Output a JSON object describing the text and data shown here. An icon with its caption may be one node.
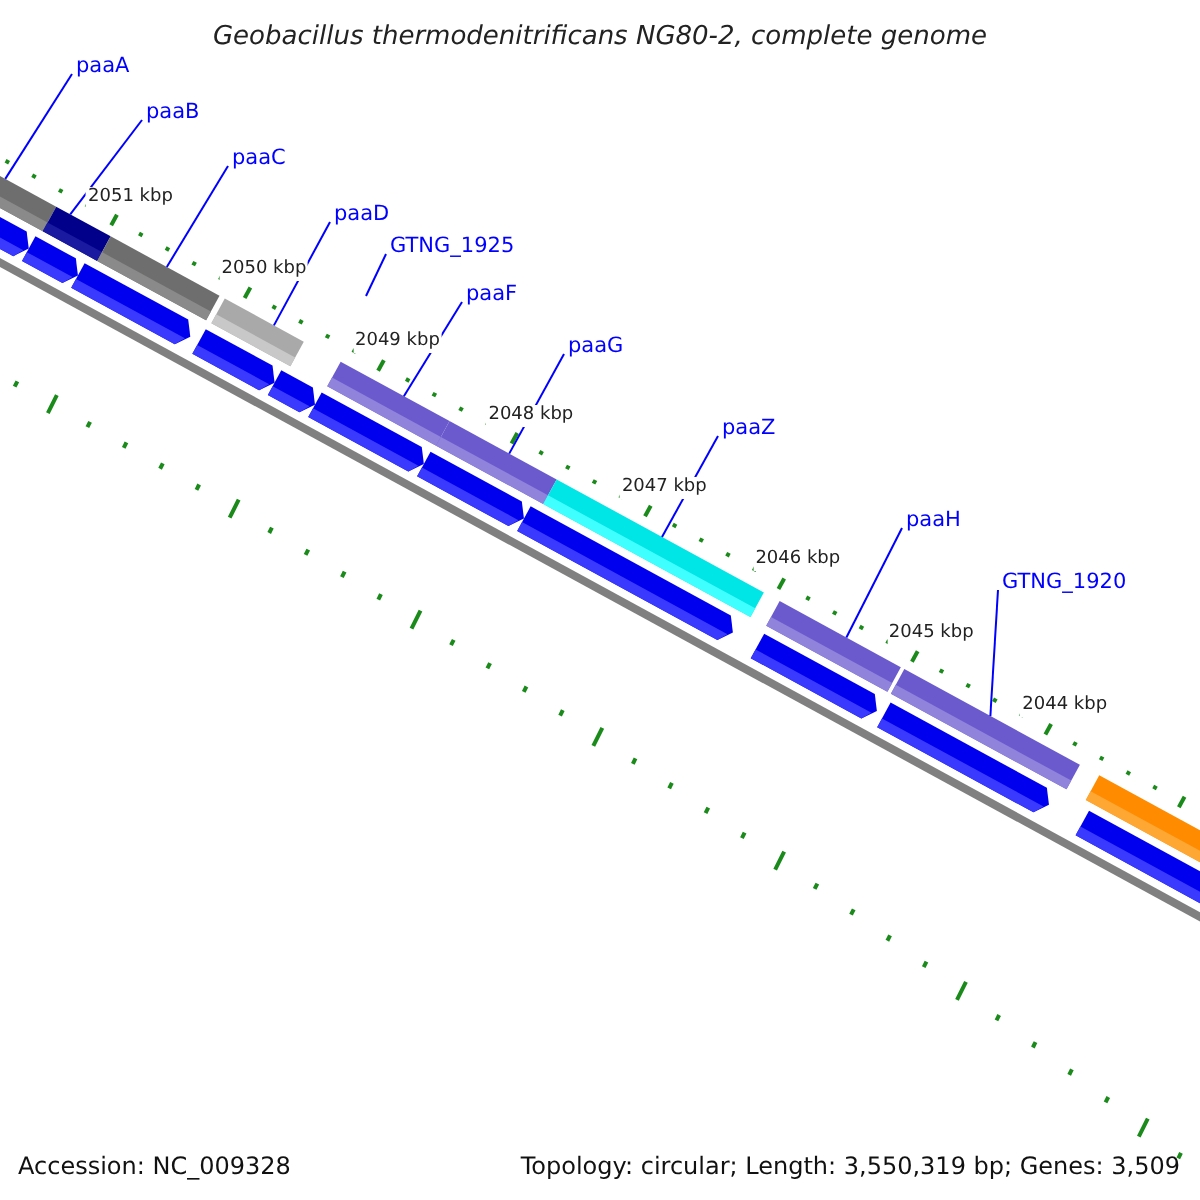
{
  "diagram": {
    "title": "Geobacillus thermodenitrificans NG80-2, complete genome",
    "nodes": [
      {
        "text": [
          "paaA"
        ]
      },
      {
        "text": [
          "paaB"
        ]
      },
      {
        "text": [
          "paaC"
        ]
      },
      {
        "text": [
          "paaD"
        ]
      },
      {
        "text": [
          "GTNG_1925"
        ]
      },
      {
        "text": [
          "paaF"
        ]
      },
      {
        "text": [
          "paaG"
        ]
      },
      {
        "text": [
          "paaZ"
        ]
      },
      {
        "text": [
          "paaH"
        ]
      },
      {
        "text": [
          "GTNG_1920"
        ]
      },
      {
        "text": [],
        "shape": "bar"
      },
      {
        "text": [],
        "shape": "bar"
      },
      {
        "text": [],
        "shape": "bar"
      },
      {
        "text": [],
        "shape": "bar"
      },
      {
        "text": [],
        "shape": "bar"
      },
      {
        "text": [],
        "shape": "bar"
      },
      {
        "text": [],
        "shape": "bar"
      },
      {
        "text": [],
        "shape": "bar"
      },
      {
        "text": [],
        "shape": "bar"
      },
      {
        "text": [],
        "shape": "bar"
      }
    ],
    "edges": [
      {
        "from": 0,
        "to": 10,
        "arrow": "none"
      },
      {
        "from": 1,
        "to": 11,
        "arrow": "none"
      },
      {
        "from": 2,
        "to": 12,
        "arrow": "none"
      },
      {
        "from": 3,
        "to": 13,
        "arrow": "none"
      },
      {
        "from": 4,
        "to": null,
        "arrow": "none"
      },
      {
        "from": 5,
        "to": 14,
        "arrow": "none"
      },
      {
        "from": 6,
        "to": 15,
        "arrow": "none"
      },
      {
        "from": 7,
        "to": 16,
        "arrow": "none"
      },
      {
        "from": 8,
        "to": 17,
        "arrow": "none"
      },
      {
        "from": 9,
        "to": 18,
        "arrow": "none"
      }
    ],
    "labels": [
      "2051 kbp",
      "2050 kbp",
      "2049 kbp",
      "2048 kbp",
      "2047 kbp",
      "2046 kbp",
      "2045 kbp",
      "2044 kbp",
      "Accession: NC_009328",
      "Topology: circular; Length: 3,550,319 bp; Genes: 3,509"
    ]
  }
}
